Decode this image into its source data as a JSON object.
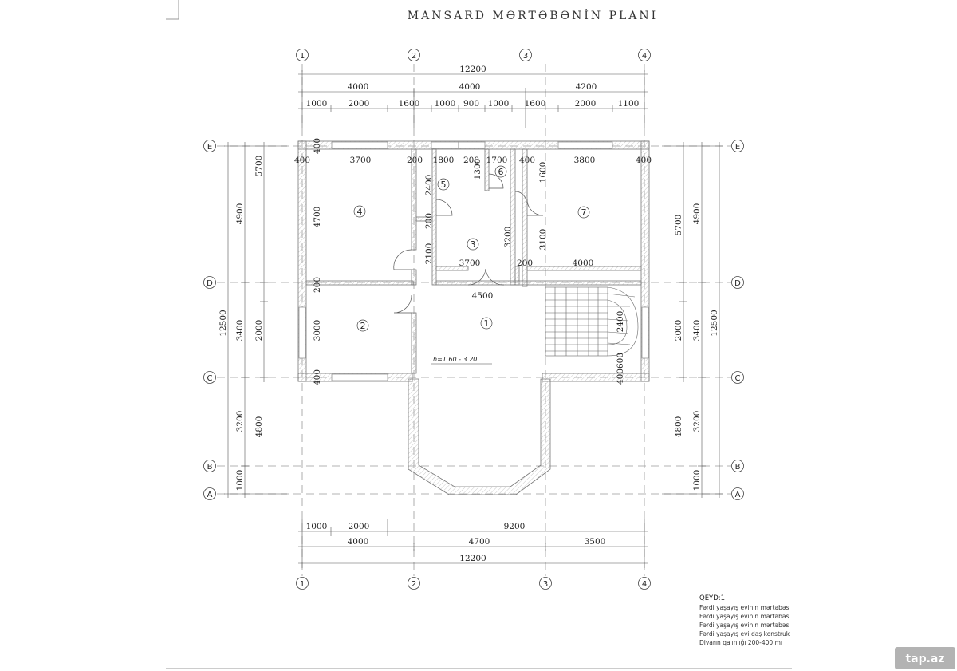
{
  "title": "MANSARD MƏRTƏBƏNİN PLANI",
  "axes": {
    "columns": [
      "1",
      "2",
      "3",
      "4"
    ],
    "rows": [
      "E",
      "D",
      "C",
      "B",
      "A"
    ]
  },
  "dims_top": {
    "overall": "12200",
    "l2": [
      "4000",
      "4000",
      "4200"
    ],
    "l3": [
      "1000",
      "2000",
      "1600",
      "1000",
      "900",
      "1000",
      "1600",
      "2000",
      "1100"
    ]
  },
  "dims_bottom": {
    "l1": [
      "1000",
      "2000",
      "9200"
    ],
    "l2": [
      "4000",
      "4700",
      "3500"
    ],
    "overall": "12200"
  },
  "dims_left": {
    "overall": "12500",
    "mid": [
      "4900",
      "3400",
      "3200",
      "1000"
    ],
    "inner": [
      "5700",
      "2000",
      "4800"
    ]
  },
  "dims_right": {
    "overall": "12500",
    "mid": [
      "4900",
      "3400",
      "3200",
      "1000"
    ],
    "inner": [
      "5700",
      "2000",
      "4800"
    ]
  },
  "interior_dims": {
    "top_row": [
      "400",
      "3700",
      "200",
      "1800",
      "200",
      "1700",
      "400",
      "3800",
      "400"
    ],
    "v400a": "400",
    "v4700": "4700",
    "v2400": "2400",
    "v200": "200",
    "v2100": "2100",
    "v1300": "1300",
    "v1600": "1600",
    "v3200": "3200",
    "v3100": "3100",
    "h3700": "3700",
    "h200": "200",
    "h4000": "4000",
    "h4500": "4500",
    "v200b": "200",
    "v3000": "3000",
    "v400b": "400",
    "v2400b": "2400",
    "v400600": "400600"
  },
  "rooms": [
    "1",
    "2",
    "3",
    "4",
    "5",
    "6",
    "7"
  ],
  "height_label": "h=1.60 - 3.20",
  "notes": {
    "heading": "QEYD:1",
    "lines": [
      "Fərdi yaşayış evinin mərtəbəsi",
      "Fərdi yaşayış evinin mərtəbəsi",
      "Fərdi yaşayış evinin mərtəbəsi",
      "Fərdi yaşayış evi daş konstruk",
      "Divarın qalınlığı 200-400 mı"
    ]
  },
  "watermark": "tap.az"
}
